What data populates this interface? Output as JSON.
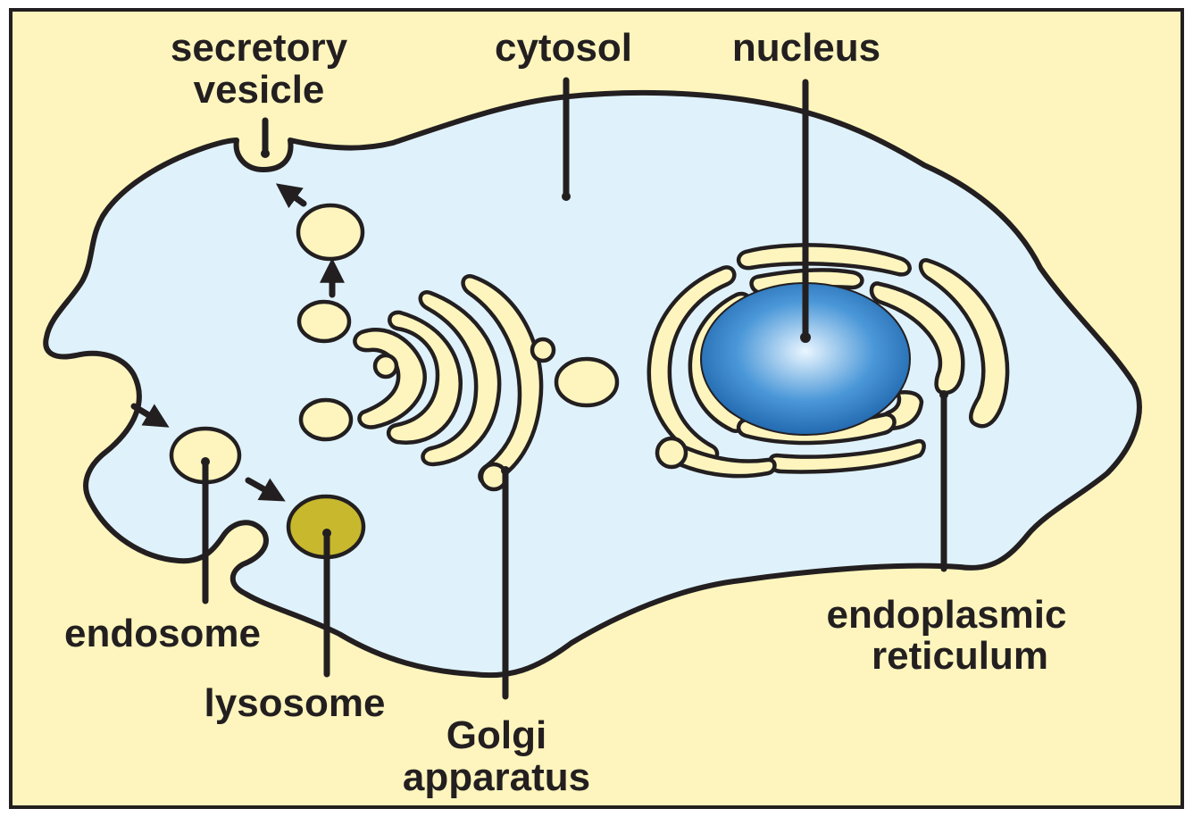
{
  "diagram": {
    "colors": {
      "background": "#fdf5bd",
      "cytosol": "#dff2fb",
      "outline": "#231f20",
      "organelle": "#fdf5bd",
      "lysosome": "#c8b82e",
      "nucleus_core": "#eaf6ff",
      "nucleus_mid": "#4a97d8",
      "nucleus_edge": "#1a5fa6"
    },
    "labels": {
      "secretory_vesicle": [
        "secretory",
        "vesicle"
      ],
      "cytosol": "cytosol",
      "nucleus": "nucleus",
      "endosome": "endosome",
      "lysosome": "lysosome",
      "golgi": [
        "Golgi",
        "apparatus"
      ],
      "er": [
        "endoplasmic",
        "reticulum"
      ]
    }
  }
}
